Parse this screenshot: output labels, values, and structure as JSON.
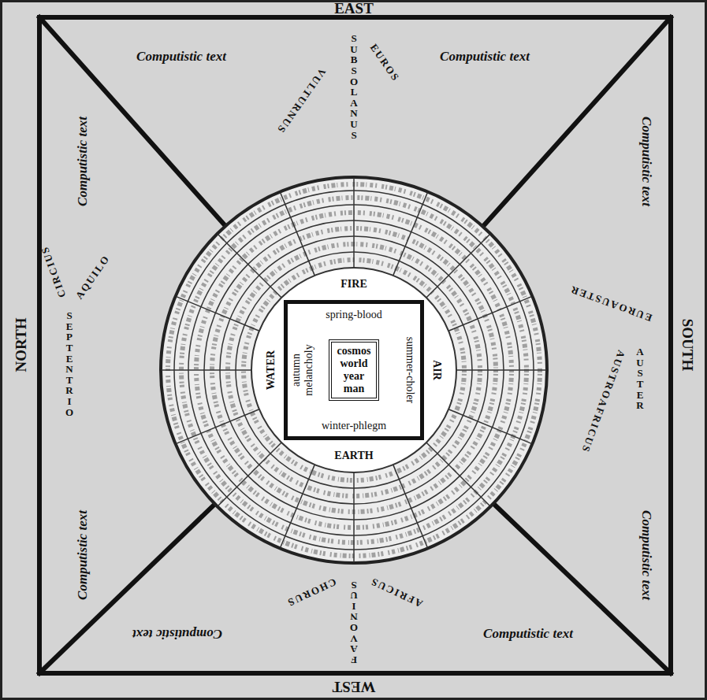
{
  "diagram": {
    "nodes": [
      {
        "text": [
          "EAST",
          "NORTH",
          "SOUTH",
          "WEST"
        ]
      },
      {
        "text": [
          "Computistic text",
          "VULTURNUS",
          "SUBSOLANUS",
          "EUROS",
          "Computistic text"
        ],
        "in": 0
      },
      {
        "text": [
          "Computistic text",
          "AQUILO",
          "SEPTENTRIO",
          "CIRCIUS",
          "Computistic text"
        ],
        "in": 0
      },
      {
        "text": [
          "Computistic text",
          "EUROAUSTER",
          "AUSTER",
          "AUSTROAFRICUS",
          "Computistic text"
        ],
        "in": 0
      },
      {
        "text": [
          "CHORUS",
          "FAVONIUS",
          "AFRICUS",
          "Computistic text",
          "Computistic text"
        ],
        "in": 0
      },
      {
        "text": [
          "FIRE",
          "WATER",
          "AIR",
          "EARTH"
        ],
        "in": 0
      },
      {
        "text": [
          "spring-blood",
          "autumn melancholy",
          "summer-choler",
          "winter-phlegm"
        ],
        "in": 5
      },
      {
        "text": [
          "cosmos world year man"
        ],
        "in": 6
      }
    ]
  }
}
